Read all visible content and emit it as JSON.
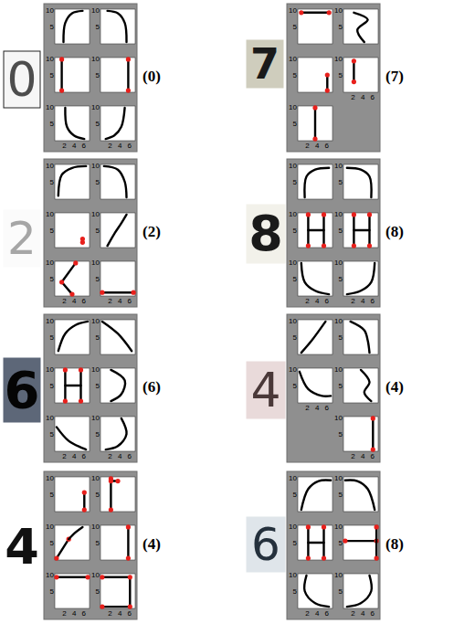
{
  "diagram": {
    "labels": [
      "0",
      "10",
      "5",
      "10",
      "5",
      "10",
      "5",
      "10",
      "5",
      "10",
      "5",
      "10",
      "5",
      "2",
      "4",
      "6",
      "2",
      "4",
      "6",
      "(0)",
      "7",
      "10",
      "5",
      "10",
      "5",
      "10",
      "5",
      "10",
      "5",
      "10",
      "5",
      "2",
      "4",
      "6",
      "2",
      "4",
      "6",
      "(7)",
      "2",
      "10",
      "5",
      "10",
      "5",
      "10",
      "5",
      "10",
      "5",
      "10",
      "5",
      "10",
      "5",
      "2",
      "4",
      "6",
      "2",
      "4",
      "6",
      "(2)",
      "8",
      "10",
      "5",
      "10",
      "5",
      "10",
      "5",
      "10",
      "5",
      "10",
      "5",
      "10",
      "5",
      "2",
      "4",
      "6",
      "2",
      "4",
      "6",
      "(8)",
      "6",
      "10",
      "5",
      "10",
      "5",
      "10",
      "5",
      "10",
      "5",
      "10",
      "5",
      "10",
      "5",
      "2",
      "4",
      "6",
      "2",
      "4",
      "6",
      "(6)",
      "4",
      "10",
      "5",
      "10",
      "5",
      "10",
      "5",
      "10",
      "5",
      "10",
      "5",
      "2",
      "4",
      "6",
      "2",
      "4",
      "6",
      "(4)",
      "4",
      "10",
      "5",
      "10",
      "5",
      "10",
      "5",
      "10",
      "5",
      "10",
      "5",
      "10",
      "5",
      "2",
      "4",
      "6",
      "2",
      "4",
      "6",
      "(4)",
      "6",
      "10",
      "5",
      "10",
      "5",
      "10",
      "5",
      "10",
      "5",
      "10",
      "5",
      "10",
      "5",
      "2",
      "4",
      "6",
      "2",
      "4",
      "6",
      "(8)"
    ]
  }
}
